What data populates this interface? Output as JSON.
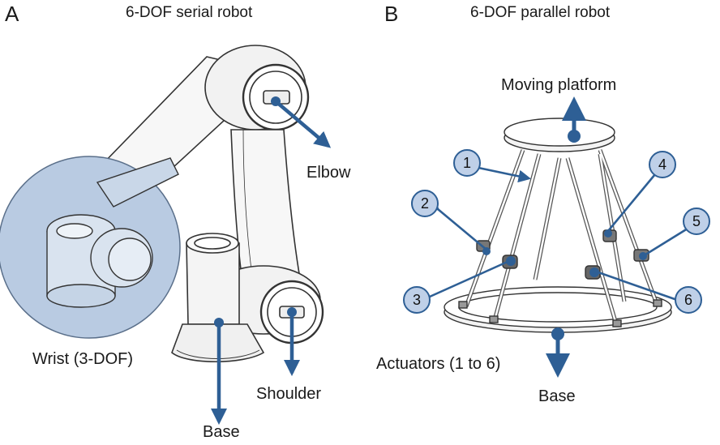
{
  "panel_a": {
    "letter": "A",
    "title": "6-DOF serial robot",
    "labels": {
      "elbow": "Elbow",
      "wrist": "Wrist (3-DOF)",
      "shoulder": "Shoulder",
      "base": "Base"
    }
  },
  "panel_b": {
    "letter": "B",
    "title": "6-DOF parallel robot",
    "labels": {
      "moving_platform": "Moving platform",
      "actuators": "Actuators (1 to 6)",
      "base": "Base"
    },
    "actuator_numbers": [
      "1",
      "2",
      "3",
      "4",
      "5",
      "6"
    ]
  },
  "colors": {
    "arrow": "#2e5f95",
    "marker_fill": "#bfd0e8",
    "line_art": "#333333",
    "wrist_circle": "#b9cbe2"
  }
}
